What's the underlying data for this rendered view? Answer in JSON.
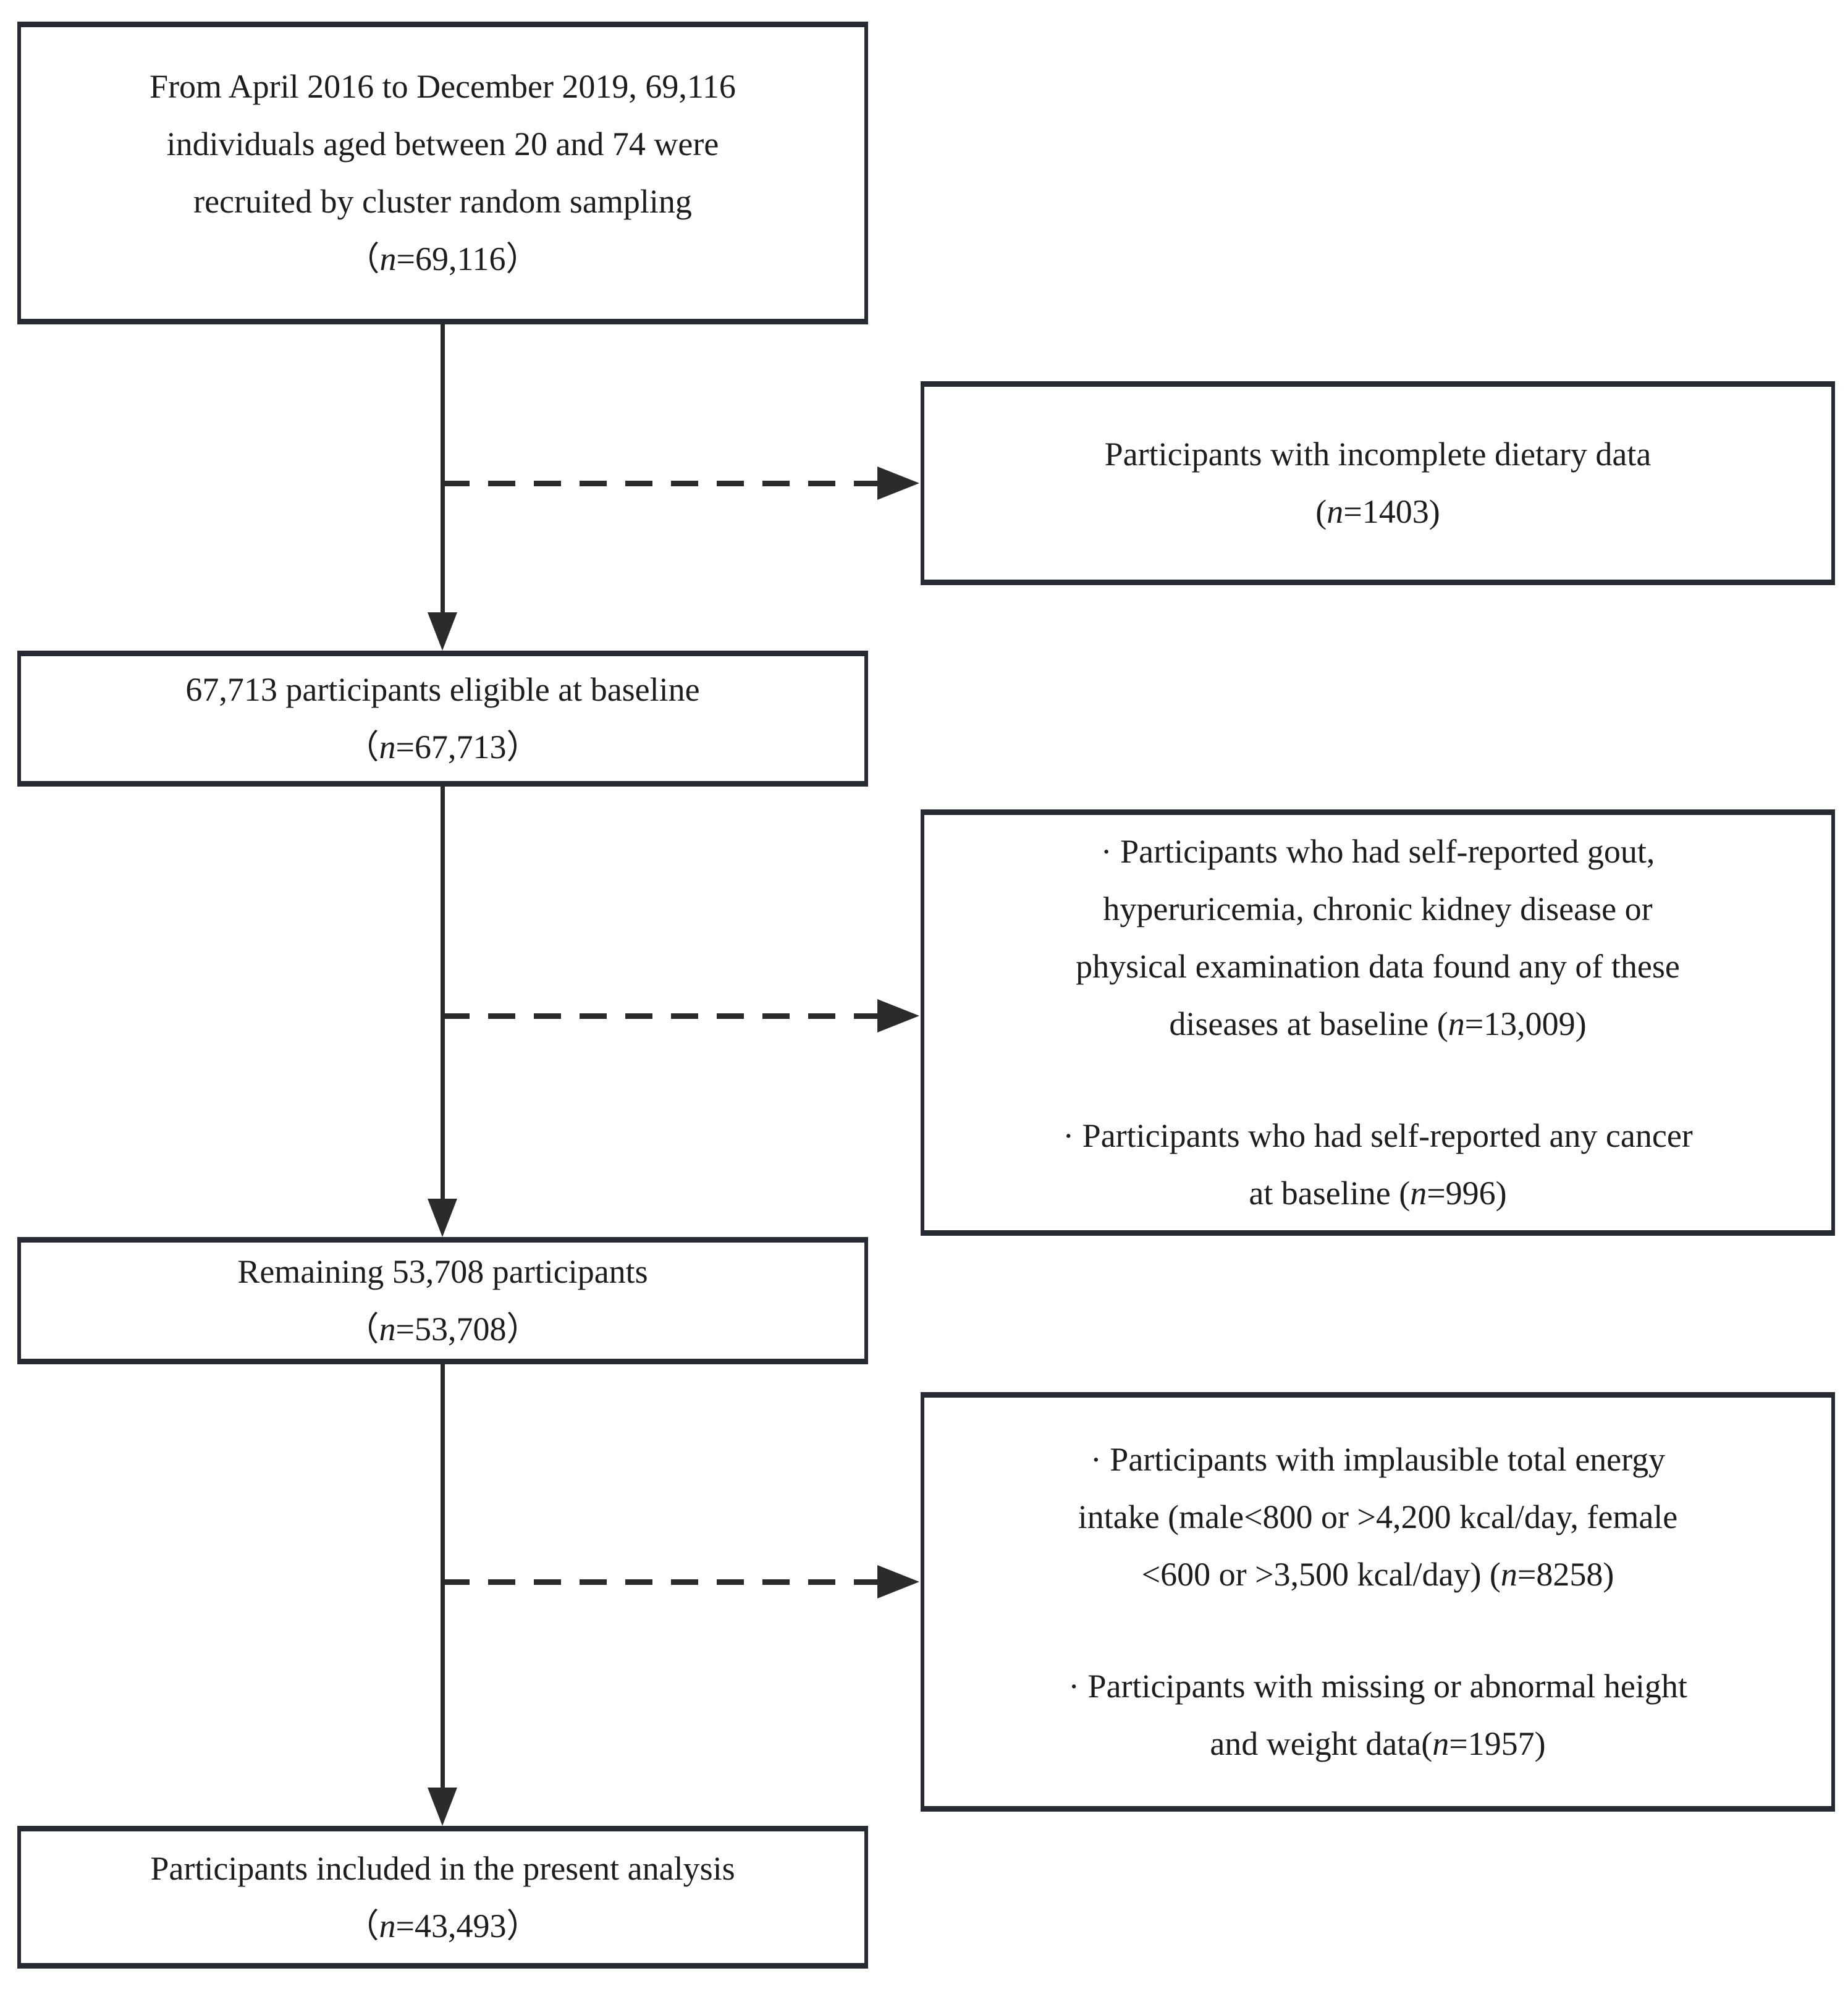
{
  "colors": {
    "ink": "#2b2b2b",
    "box_border": "#262b33",
    "background": "#ffffff"
  },
  "boxes": {
    "recruited": {
      "main": "From April 2016 to December 2019, 69,116\nindividuals aged between 20 and 74 were\nrecruited by cluster random sampling",
      "n_open": "（",
      "n_var": "n",
      "n_rest": "=69,116）"
    },
    "excl_dietary": {
      "main": "Participants with incomplete dietary data",
      "n_open": "(",
      "n_var": "n",
      "n_rest": "=1403)"
    },
    "eligible": {
      "main": "67,713 participants eligible at baseline",
      "n_open": "（",
      "n_var": "n",
      "n_rest": "=67,713）"
    },
    "excl_disease": {
      "items": [
        {
          "before": "· Participants who had self-reported gout,\nhyperuricemia, chronic kidney disease or\nphysical examination data found any of these\ndiseases at baseline (",
          "n_var": "n",
          "after": "=13,009)"
        },
        {
          "before": "· Participants who had self-reported any cancer\nat baseline (",
          "n_var": "n",
          "after": "=996)"
        }
      ]
    },
    "remaining": {
      "main": "Remaining 53,708 participants",
      "n_open": "（",
      "n_var": "n",
      "n_rest": "=53,708）"
    },
    "excl_quality": {
      "items": [
        {
          "before": "· Participants with implausible total energy\nintake (male<800 or >4,200 kcal/day, female\n<600 or >3,500 kcal/day) (",
          "n_var": "n",
          "after": "=8258)"
        },
        {
          "before": "· Participants with missing or abnormal height\nand weight data(",
          "n_var": "n",
          "after": "=1957)"
        }
      ]
    },
    "included": {
      "main": "Participants included in the present analysis",
      "n_open": "（",
      "n_var": "n",
      "n_rest": "=43,493）"
    }
  }
}
